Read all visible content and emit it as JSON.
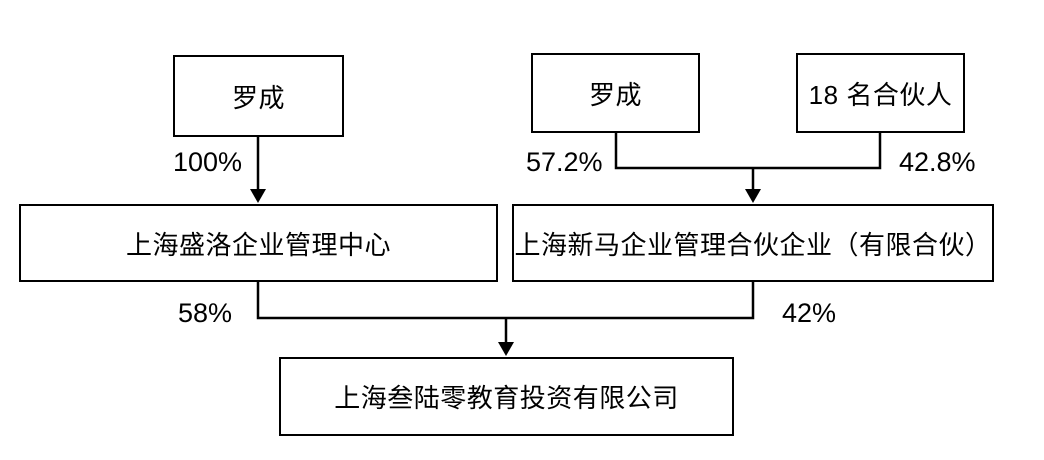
{
  "diagram": {
    "nodes": [
      {
        "id": "owner-left",
        "label": "罗成"
      },
      {
        "id": "owner-right",
        "label": "罗成"
      },
      {
        "id": "partners",
        "label": "18 名合伙人"
      },
      {
        "id": "shengluo",
        "label": "上海盛洛企业管理中心"
      },
      {
        "id": "xinma",
        "label": "上海新马企业管理合伙企业（有限合伙）"
      },
      {
        "id": "sanluling",
        "label": "上海叁陆零教育投资有限公司"
      }
    ],
    "edges": [
      {
        "from": "罗成",
        "to": "上海盛洛企业管理中心",
        "label": "100%"
      },
      {
        "from": "罗成",
        "to": "上海新马企业管理合伙企业（有限合伙）",
        "label": "57.2%"
      },
      {
        "from": "18 名合伙人",
        "to": "上海新马企业管理合伙企业（有限合伙）",
        "label": "42.8%"
      },
      {
        "from": "上海盛洛企业管理中心",
        "to": "上海叁陆零教育投资有限公司",
        "label": "58%"
      },
      {
        "from": "上海新马企业管理合伙企业（有限合伙）",
        "to": "上海叁陆零教育投资有限公司",
        "label": "42%"
      }
    ],
    "colors": {
      "background": "#ffffff",
      "box_border": "#000000",
      "line": "#000000",
      "text": "#000000"
    }
  }
}
